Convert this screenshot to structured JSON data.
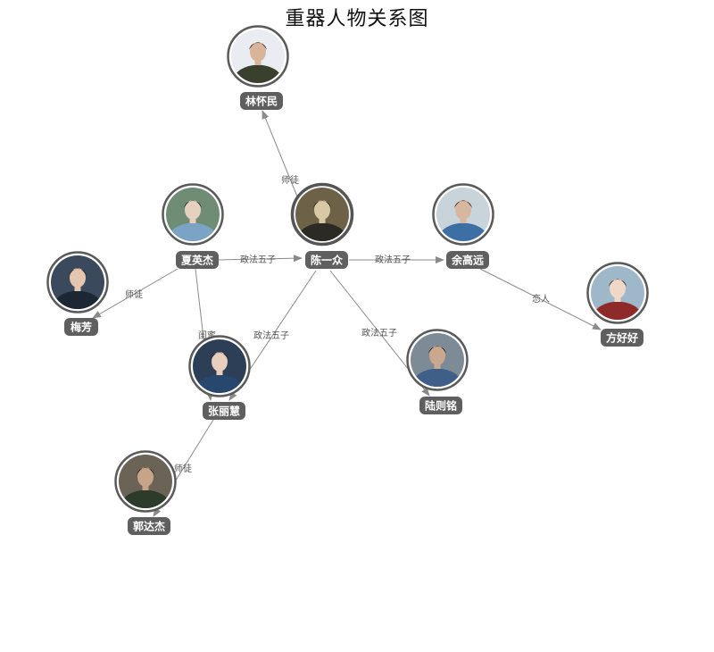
{
  "title": "重器人物关系图",
  "nodes": [
    {
      "id": "linhuaimin",
      "label": "林怀民",
      "portrait": "military-officer-portrait",
      "tones": [
        "#e9edf2",
        "#39412e",
        "#d8b49a"
      ]
    },
    {
      "id": "chenyizhong",
      "label": "陈一众",
      "portrait": "man-in-lab-portrait",
      "tones": [
        "#6d6248",
        "#2c2a24",
        "#d9c8a4"
      ],
      "featured": true
    },
    {
      "id": "xiayingjie",
      "label": "夏英杰",
      "portrait": "woman-outdoors-portrait",
      "tones": [
        "#6f8c74",
        "#7aa3c4",
        "#e6d1bf"
      ]
    },
    {
      "id": "yugaoyuan",
      "label": "余高远",
      "portrait": "man-in-blue-shirt-portrait",
      "tones": [
        "#c9d3da",
        "#3e6fa4",
        "#d8b7a0"
      ]
    },
    {
      "id": "meifang",
      "label": "梅芳",
      "portrait": "woman-in-uniform-portrait",
      "tones": [
        "#3a4a5c",
        "#1d2733",
        "#e4c6b0"
      ]
    },
    {
      "id": "fanghaohao",
      "label": "方好好",
      "portrait": "woman-in-red-portrait",
      "tones": [
        "#9fb8c9",
        "#8e2a2a",
        "#efd8c8"
      ]
    },
    {
      "id": "zhanglihui",
      "label": "张丽慧",
      "portrait": "woman-in-blue-portrait",
      "tones": [
        "#2c3f57",
        "#27476d",
        "#e8cfbd"
      ]
    },
    {
      "id": "luzeming",
      "label": "陆则铭",
      "portrait": "man-outdoors-portrait",
      "tones": [
        "#7d8b96",
        "#3f5f88",
        "#c9a88e"
      ]
    },
    {
      "id": "guodajie",
      "label": "郭达杰",
      "portrait": "older-officer-portrait",
      "tones": [
        "#6c6357",
        "#2d3b2d",
        "#c7a387"
      ]
    }
  ],
  "edges": [
    {
      "from": "chenyizhong",
      "to": "linhuaimin",
      "label": "师徒"
    },
    {
      "from": "xiayingjie",
      "to": "chenyizhong",
      "label": "政法五子"
    },
    {
      "from": "chenyizhong",
      "to": "yugaoyuan",
      "label": "政法五子"
    },
    {
      "from": "chenyizhong",
      "to": "zhanglihui",
      "label": "政法五子"
    },
    {
      "from": "chenyizhong",
      "to": "luzeming",
      "label": "政法五子"
    },
    {
      "from": "xiayingjie",
      "to": "meifang",
      "label": "师徒"
    },
    {
      "from": "xiayingjie",
      "to": "zhanglihui",
      "label": "闺蜜"
    },
    {
      "from": "yugaoyuan",
      "to": "fanghaohao",
      "label": "恋人"
    },
    {
      "from": "zhanglihui",
      "to": "guodajie",
      "label": "师徒"
    }
  ]
}
